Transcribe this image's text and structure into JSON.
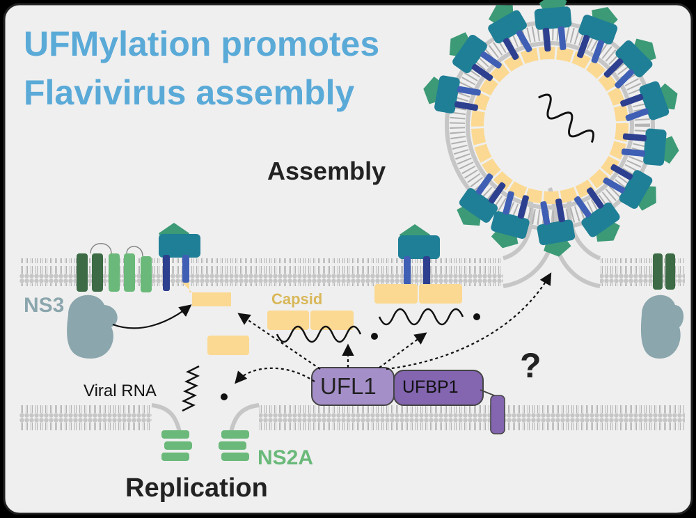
{
  "title": {
    "line1": "UFMylation promotes",
    "line2": "Flavivirus assembly"
  },
  "labels": {
    "assembly": "Assembly",
    "replication": "Replication",
    "ns3": "NS3",
    "ns2a": "NS2A",
    "capsid": "Capsid",
    "viral_rna": "Viral RNA",
    "ufl1": "UFL1",
    "ufbp1": "UFBP1",
    "question": "?"
  },
  "colors": {
    "title": "#5aaad8",
    "ns3": "#8ba6ad",
    "ns2a": "#6ab97a",
    "capsid_label": "#d9b85a",
    "capsid": "#fbd992",
    "ufl1": "#a58fc9",
    "ufbp1": "#8365b0",
    "e_protein_teal": "#1f7f96",
    "e_protein_green": "#3c9a76",
    "prm_blue": "#2d3f8f",
    "ns_dark_green": "#3c6b45",
    "membrane": "#c9c9c9",
    "background": "#efefef"
  },
  "icons": [
    "e-protein-icon",
    "ns3-protein-icon",
    "membrane-bilayer-icon",
    "rna-icon"
  ]
}
